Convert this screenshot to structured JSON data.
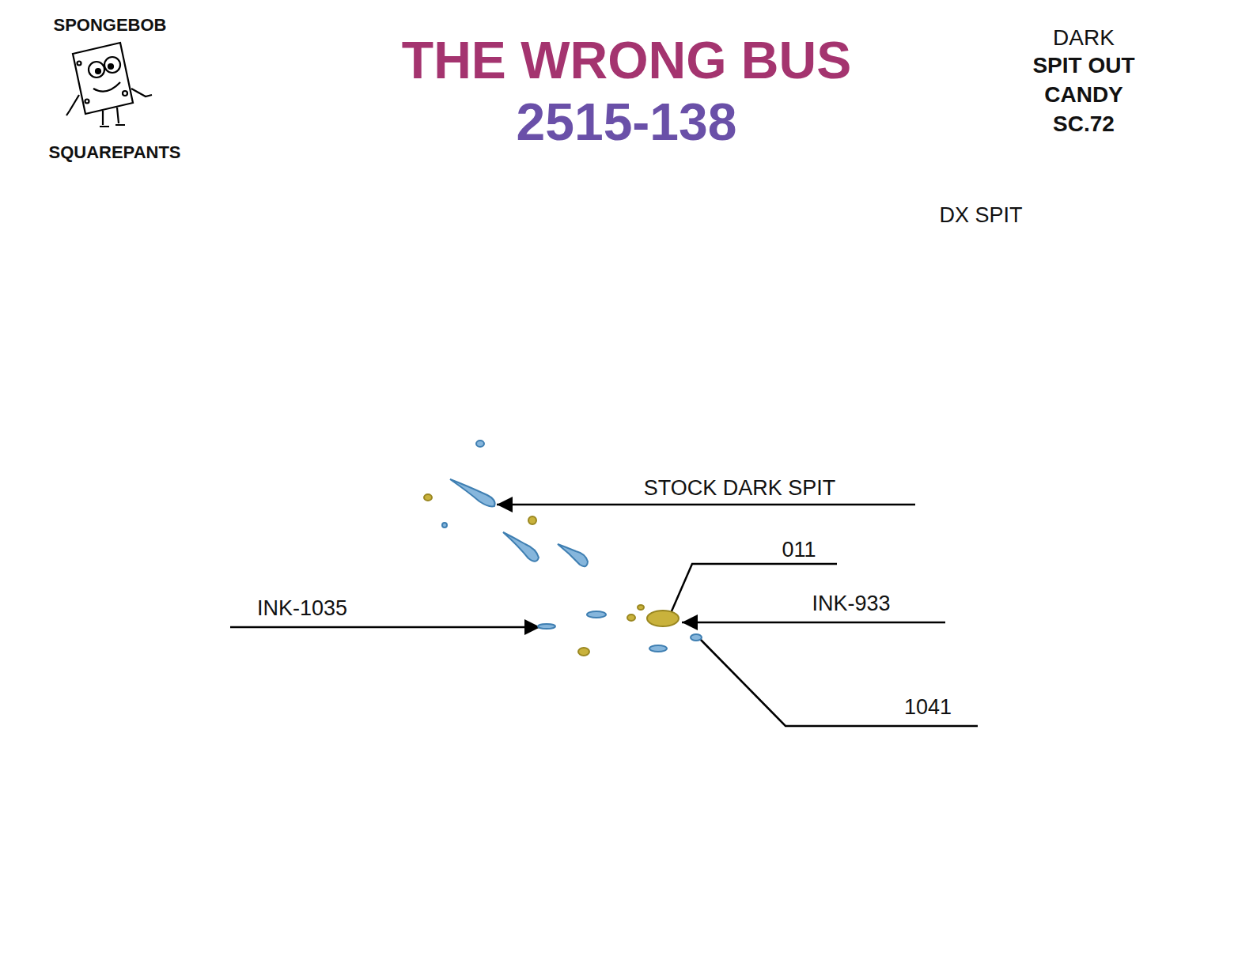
{
  "diagram": {
    "title": "THE WRONG BUS",
    "labels": [
      "SPONGEBOB",
      "SQUAREPANTS",
      "2515-138",
      "DARK",
      "SPIT OUT",
      "CANDY",
      "SC.72",
      "DX SPIT",
      "STOCK DARK SPIT",
      "011",
      "INK-933",
      "INK-1035",
      "1041"
    ]
  }
}
